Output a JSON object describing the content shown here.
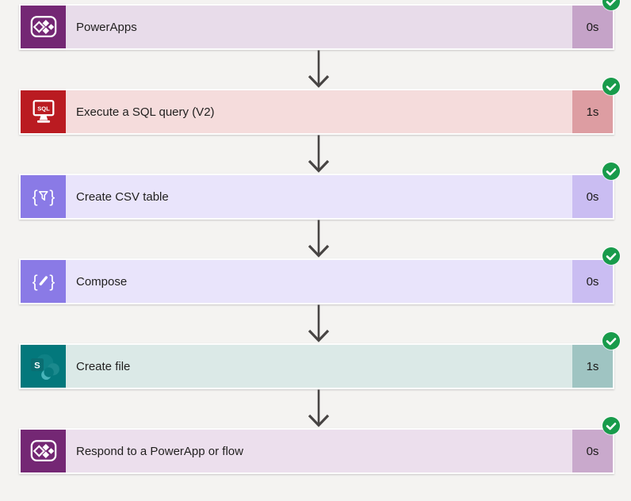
{
  "page": {
    "background_color": "#f4f3f1"
  },
  "flow": {
    "connector_arrow_color": "#474443",
    "status_badge": {
      "icon": "check-icon",
      "color": "#189b4b",
      "status": "succeeded"
    },
    "steps": [
      {
        "title": "PowerApps",
        "duration": "0s",
        "icon": "powerapps-icon",
        "colors": {
          "row_bg": "#e8dcea",
          "icon_bg": "#742774",
          "duration_bg": "#c5a3c8"
        }
      },
      {
        "title": "Execute a SQL query (V2)",
        "duration": "1s",
        "icon": "sql-icon",
        "colors": {
          "row_bg": "#f5dcdc",
          "icon_bg": "#ba1b21",
          "duration_bg": "#dd9da2"
        }
      },
      {
        "title": "Create CSV table",
        "duration": "0s",
        "icon": "csv-table-icon",
        "colors": {
          "row_bg": "#e9e4fb",
          "icon_bg": "#8a7ae6",
          "duration_bg": "#cabdf2"
        }
      },
      {
        "title": "Compose",
        "duration": "0s",
        "icon": "compose-icon",
        "colors": {
          "row_bg": "#e9e4fb",
          "icon_bg": "#8a7ae6",
          "duration_bg": "#cabdf2"
        }
      },
      {
        "title": "Create file",
        "duration": "1s",
        "icon": "sharepoint-icon",
        "colors": {
          "row_bg": "#dbe9e7",
          "icon_bg": "#03787c",
          "duration_bg": "#9fc4c2"
        }
      },
      {
        "title": "Respond to a PowerApp or flow",
        "duration": "0s",
        "icon": "powerapps-icon",
        "colors": {
          "row_bg": "#ecdfed",
          "icon_bg": "#742774",
          "duration_bg": "#c9a9cc"
        }
      }
    ]
  },
  "icons": {
    "sql_screen_label": "SQL",
    "sharepoint_s_label": "S",
    "brace_open": "{",
    "brace_close": "}"
  }
}
